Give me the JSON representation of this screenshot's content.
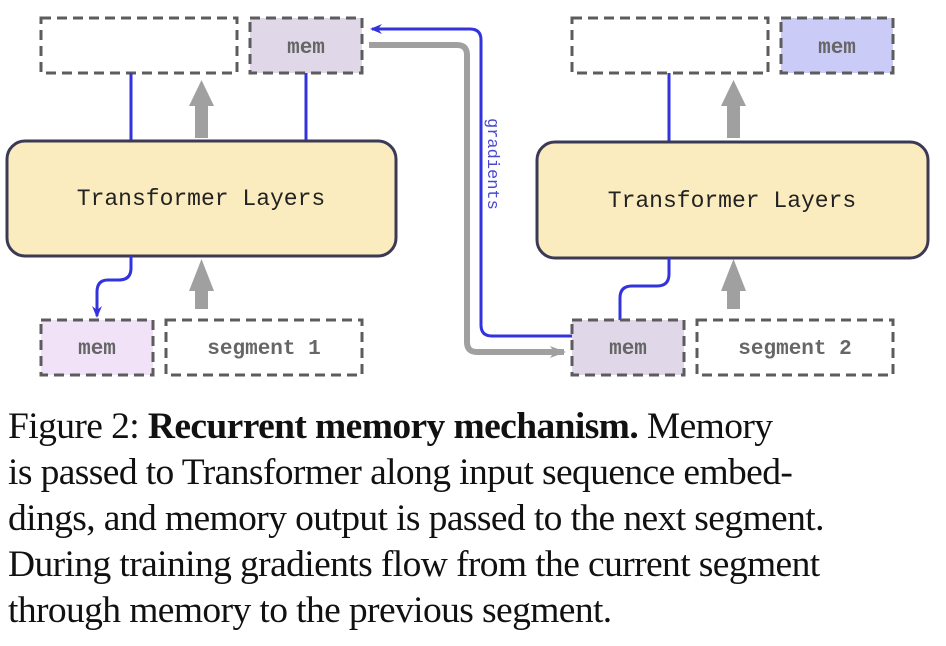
{
  "figure": {
    "left_block": {
      "transformer_label": "Transformer Layers",
      "output_mem_label": "mem",
      "input_mem_label": "mem",
      "input_segment_label": "segment 1"
    },
    "right_block": {
      "transformer_label": "Transformer Layers",
      "output_mem_label": "mem",
      "input_mem_label": "mem",
      "input_segment_label": "segment 2"
    },
    "gradients_label": "gradients",
    "colors": {
      "transformer_fill": "#fbecbf",
      "transformer_stroke": "#3b3a55",
      "mem_output_left": "#e0d8e8",
      "mem_input_left": "#f1e2f8",
      "mem_input_right": "#e0d8e8",
      "mem_output_right": "#cbcbf8",
      "dashed_border": "#5c5c5c",
      "blue_flow": "#3333dd",
      "gray_flow": "#a0a0a0",
      "box_text": "#666666"
    }
  },
  "caption": {
    "prefix": "Figure 2:",
    "title": "Recurrent memory mechanism.",
    "line1_rest": "Memory",
    "line2": "is passed to Transformer along input sequence embed-",
    "line3": "dings, and memory output is passed to the next segment.",
    "line4": "During training gradients flow from the current segment",
    "line5": "through memory to the previous segment."
  }
}
